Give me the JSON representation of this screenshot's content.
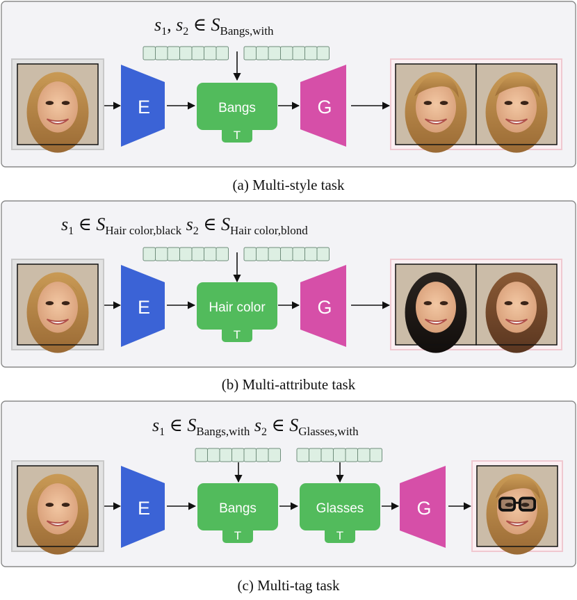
{
  "panels": [
    {
      "caption": "(a) Multi-style task",
      "formula": {
        "s1": "s",
        "s1_sub": "1",
        "sep": ", ",
        "s2": "s",
        "s2_sub": "2",
        "in": "∈",
        "S": "S",
        "S_sub": "Bangs,with"
      },
      "encoder": "E",
      "generator": "G",
      "translators": [
        {
          "label": "Bangs",
          "tag": "T"
        }
      ]
    },
    {
      "caption": "(b) Multi-attribute task",
      "formula": {
        "s1": "s",
        "s1_sub": "1",
        "in1": "∈",
        "S1": "S",
        "S1_sub": "Hair color,black",
        "s2": "s",
        "s2_sub": "2",
        "in2": "∈",
        "S2": "S",
        "S2_sub": "Hair color,blond"
      },
      "encoder": "E",
      "generator": "G",
      "translators": [
        {
          "label": "Hair color",
          "tag": "T"
        }
      ]
    },
    {
      "caption": "(c) Multi-tag task",
      "formula": {
        "s1": "s",
        "s1_sub": "1",
        "in1": "∈",
        "S1": "S",
        "S1_sub": "Bangs,with",
        "s2": "s",
        "s2_sub": "2",
        "in2": "∈",
        "S2": "S",
        "S2_sub": "Glasses,with"
      },
      "encoder": "E",
      "generator": "G",
      "translators": [
        {
          "label": "Bangs",
          "tag": "T"
        },
        {
          "label": "Glasses",
          "tag": "T"
        }
      ]
    }
  ],
  "colors": {
    "encoder": "#3b63d6",
    "generator": "#d64fa8",
    "translator": "#52bb5c",
    "style_cell": "#ddefe3",
    "panel_bg": "#f3f3f6",
    "input_frame": "#c8c8c8",
    "output_frame": "#f0c8d0"
  }
}
